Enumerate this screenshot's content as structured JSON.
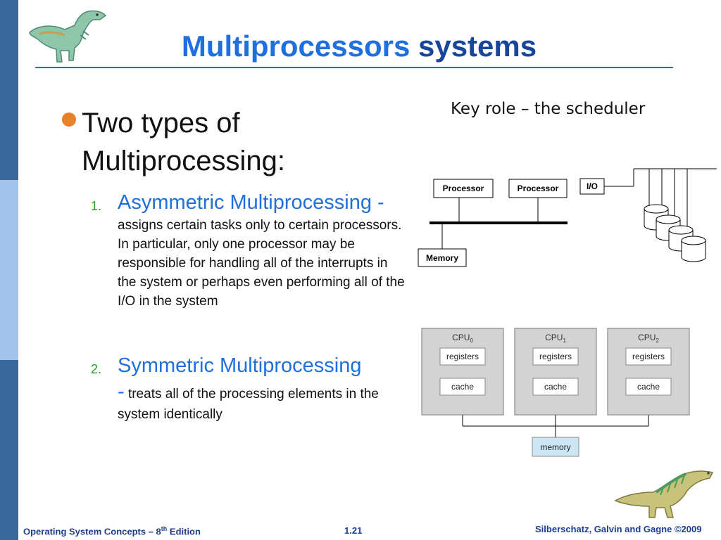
{
  "slide": {
    "title_part1": "Multiprocessors",
    "title_part2": "systems",
    "bullet": "Two types of Multiprocessing:",
    "items": [
      {
        "number": "1.",
        "title": "Asymmetric Multiprocessing -",
        "desc_lead": "assigns",
        "desc_rest": "certain tasks only to certain processors. In particular, only one processor may be responsible for handling all of the interrupts in the system or perhaps even performing all of the I/O in the system"
      },
      {
        "number": "2.",
        "title": "Symmetric Multiprocessing",
        "dash": "-",
        "desc": "treats all of the processing elements in the system identically"
      }
    ],
    "key_role": "Key role – the scheduler"
  },
  "diagram_top": {
    "processor1": "Processor",
    "processor2": "Processor",
    "io": "I/O",
    "memory": "Memory"
  },
  "diagram_bottom": {
    "cpu_label": "CPU",
    "cpus": [
      {
        "sub": "0",
        "registers": "registers",
        "cache": "cache"
      },
      {
        "sub": "1",
        "registers": "registers",
        "cache": "cache"
      },
      {
        "sub": "2",
        "registers": "registers",
        "cache": "cache"
      }
    ],
    "memory": "memory"
  },
  "footer": {
    "left_main": "Operating System Concepts – 8",
    "left_sup": "th",
    "left_end": " Edition",
    "center": "1.21",
    "right": "Silberschatz, Galvin and Gagne ©2009"
  },
  "colors": {
    "title_blue": "#1f6fdc",
    "title_blue_dark": "#17469a",
    "item_blue": "#1f6fdc",
    "number_green": "#2e9b2e",
    "bullet_orange": "#e8822a",
    "sidebar_dark": "#3a679c",
    "sidebar_light": "#a3c3ea",
    "rule": "#3a679c",
    "footer_blue": "#1a3d8f",
    "cpu_box": "#d3d3d3",
    "memory_box": "#cde6f5"
  },
  "icons": {
    "top_left": "dinosaur-icon",
    "bottom_right": "dinosaur-icon"
  }
}
